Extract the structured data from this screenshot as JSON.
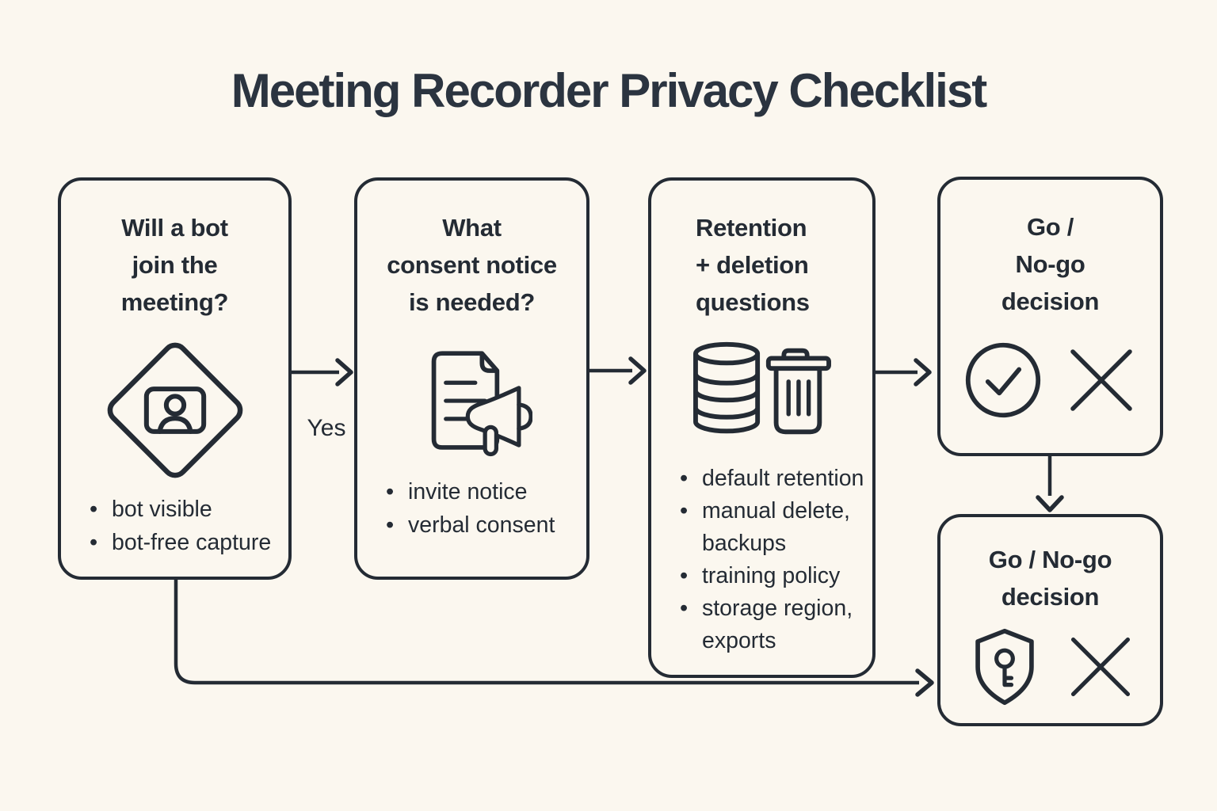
{
  "page_title": "Meeting Recorder Privacy Checklist",
  "colors": {
    "background": "#FBF7EF",
    "line": "#242B34",
    "title_text": "#2B3440"
  },
  "connectors": {
    "yes_label": "Yes"
  },
  "boxes": [
    {
      "name": "will-a-bot-join",
      "title_lines": [
        "Will a bot",
        "join the",
        "meeting?"
      ],
      "icon": "participant-diamond-icon",
      "bullets": [
        "bot visible",
        "bot-free capture"
      ]
    },
    {
      "name": "consent-notice",
      "title_lines": [
        "What",
        "consent notice",
        "is needed?"
      ],
      "icon": "document-megaphone-icon",
      "bullets": [
        "invite notice",
        "verbal consent"
      ]
    },
    {
      "name": "retention-deletion",
      "title_lines": [
        "Retention",
        "+ deletion",
        "questions"
      ],
      "icon": "database-trash-icon",
      "bullets": [
        "default retention",
        "manual delete, backups",
        "training policy",
        "storage region, exports"
      ]
    },
    {
      "name": "go-no-go-top",
      "title_lines": [
        "Go /",
        "No-go",
        "decision"
      ],
      "icons": [
        "check-circle-icon",
        "x-icon"
      ]
    },
    {
      "name": "go-no-go-bottom",
      "title_lines": [
        "Go / No-go",
        "decision"
      ],
      "icons": [
        "shield-key-icon",
        "x-icon"
      ]
    }
  ]
}
